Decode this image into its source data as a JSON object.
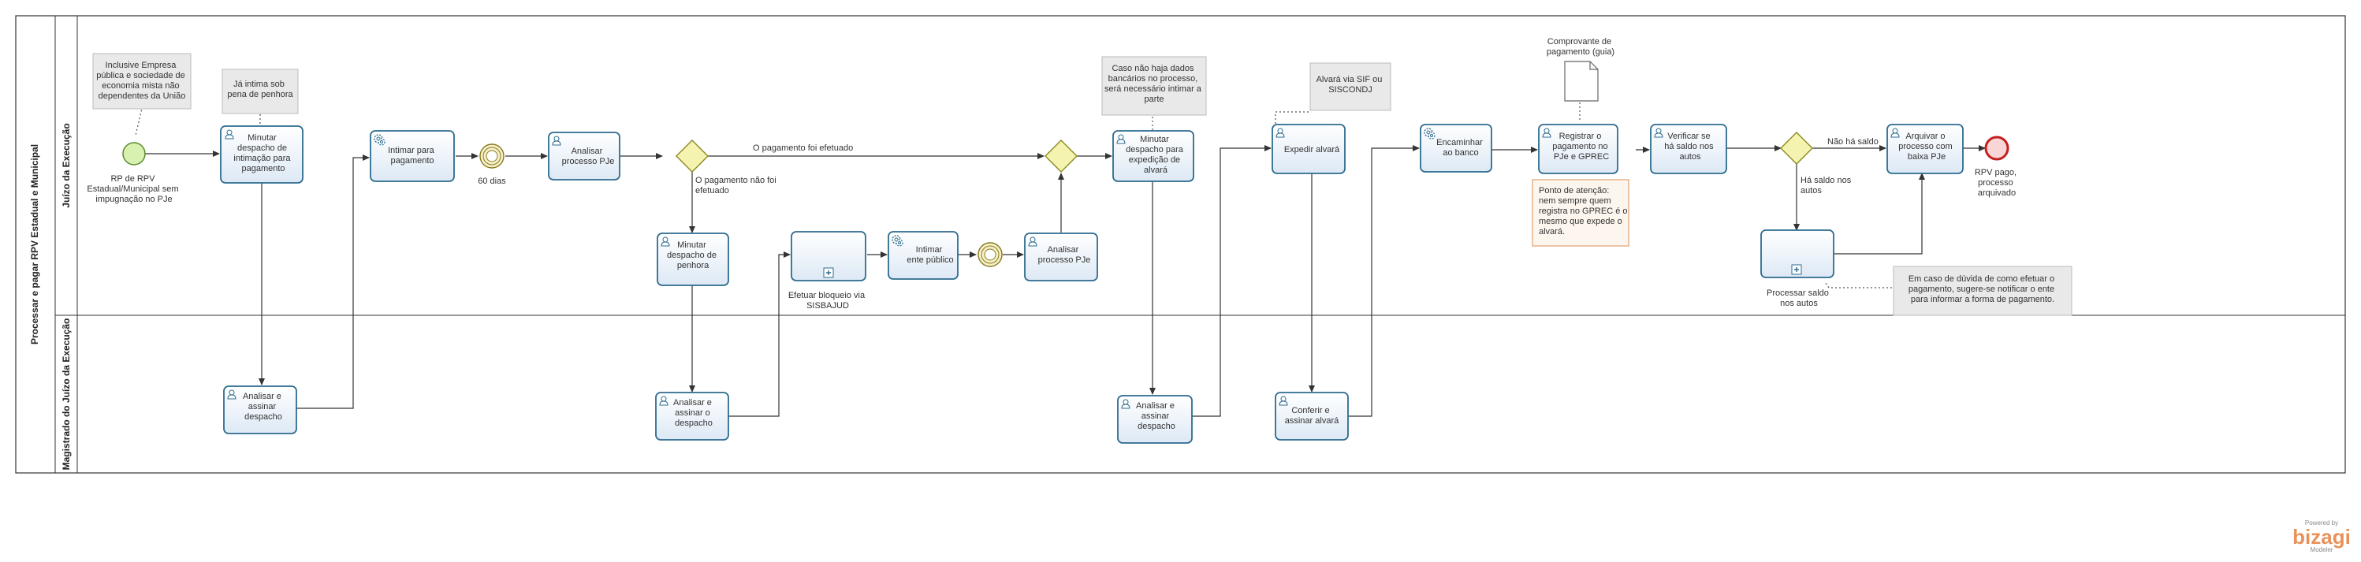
{
  "pool": {
    "title": "Processar e pagar RPV Estadual e Municipal"
  },
  "lanes": [
    {
      "title": "Juízo da Execução"
    },
    {
      "title": "Magistrado do Juízo da Execução"
    }
  ],
  "start": {
    "label": [
      "RP de RPV",
      "Estadual/Municipal sem",
      "impugnação no PJe"
    ]
  },
  "end": {
    "label": [
      "RPV pago,",
      "processo",
      "arquivado"
    ]
  },
  "timer": {
    "label": "60 dias"
  },
  "tasks": {
    "minutar_intimacao": [
      "Minutar",
      "despacho de",
      "intimação para",
      "pagamento"
    ],
    "intimar_pagamento": [
      "Intimar para",
      "pagamento"
    ],
    "analisar_pje_1": [
      "Analisar",
      "processo PJe"
    ],
    "minutar_penhora": [
      "Minutar",
      "despacho de",
      "penhora"
    ],
    "intimar_ente": [
      "Intimar",
      "ente público"
    ],
    "analisar_pje_2": [
      "Analisar",
      "processo PJe"
    ],
    "minutar_alvara": [
      "Minutar",
      "despacho para",
      "expedição de",
      "alvará"
    ],
    "expedir_alvara": [
      "Expedir alvará"
    ],
    "encaminhar_banco": [
      "Encaminhar",
      "ao banco"
    ],
    "registrar_pagamento": [
      "Registrar o",
      "pagamento no",
      "PJe e GPREC"
    ],
    "verificar_saldo": [
      "Verificar se",
      "há saldo nos",
      "autos"
    ],
    "arquivar": [
      "Arquivar o",
      "processo com",
      "baixa PJe"
    ],
    "assinar_1": [
      "Analisar e",
      "assinar",
      "despacho"
    ],
    "assinar_2": [
      "Analisar e",
      "assinar o",
      "despacho"
    ],
    "assinar_3": [
      "Analisar e",
      "assinar",
      "despacho"
    ],
    "conferir_alvara": [
      "Conferir e",
      "assinar alvará"
    ]
  },
  "subprocesses": {
    "bloqueio": [
      "Efetuar bloqueio via",
      "SISBAJUD"
    ],
    "saldo": [
      "Processar saldo",
      "nos autos"
    ]
  },
  "flow_labels": {
    "pago": "O pagamento foi efetuado",
    "nao_pago": [
      "O pagamento não foi",
      "efetuado"
    ],
    "nao_saldo": "Não há saldo",
    "ha_saldo": [
      "Há saldo nos",
      "autos"
    ]
  },
  "annotations": {
    "empresa": [
      "Inclusive Empresa",
      "pública e sociedade de",
      "economia mista não",
      "dependentes da União"
    ],
    "intima": [
      "Já intima sob",
      "pena de penhora"
    ],
    "bancarios": [
      "Caso não haja dados",
      "bancários no processo,",
      "será necessário intimar a",
      "parte"
    ],
    "sif": [
      "Alvará via SIF ou",
      "SISCONDJ"
    ],
    "atencao": [
      "Ponto de atenção:",
      "nem sempre quem",
      "registra no GPREC é o",
      "mesmo que expede o",
      "alvará."
    ],
    "duvida": [
      "Em caso de dúvida de como efetuar o",
      "pagamento, sugere-se notificar o ente",
      "para informar a forma de pagamento."
    ]
  },
  "artifact": {
    "label": [
      "Comprovante de",
      "pagamento (guia)"
    ]
  },
  "branding": {
    "line1": "Powered by",
    "line2": "bizagi",
    "line3": "Modeler"
  },
  "colors": {
    "task_border": "#2d6b8f",
    "task_fill": "#eef4fb",
    "gateway": "#f5f3b0",
    "start": "#d8f0b0",
    "end": "#e23b3b"
  }
}
